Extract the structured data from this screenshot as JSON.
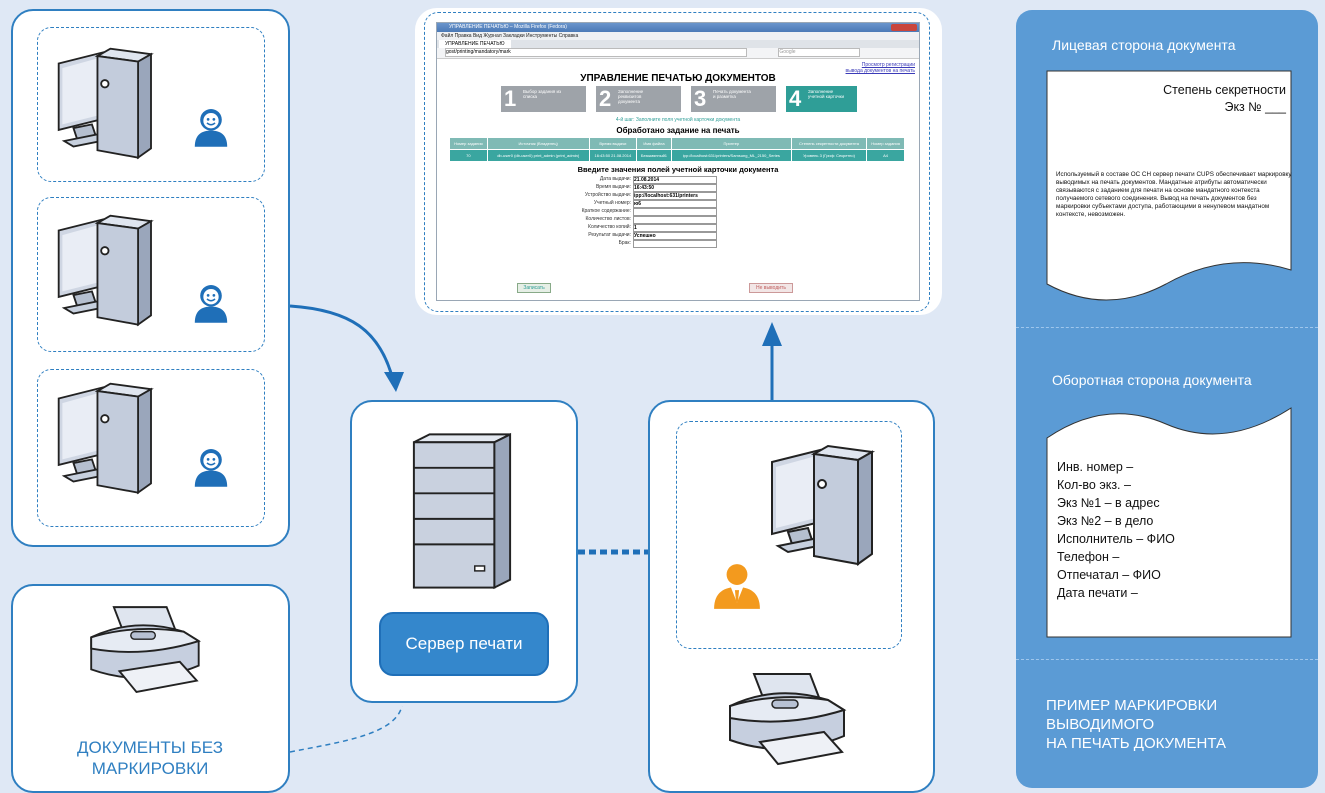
{
  "left_group": {
    "users": [
      "user-icon",
      "user-icon",
      "user-icon"
    ]
  },
  "printer_panel_left": {
    "caption_line1": "ДОКУМЕНТЫ БЕЗ",
    "caption_line2": "МАРКИРОВКИ"
  },
  "server": {
    "label": "Сервер печати"
  },
  "screenshot": {
    "window_title": "УПРАВЛЕНИЕ ПЕЧАТЬЮ – Mozilla Firefox (Fedora)",
    "menu": "Файл  Правка  Вид  Журнал  Закладки  Инструменты  Справка",
    "tab": "УПРАВЛЕНИЕ ПЕЧАТЬЮ",
    "url": "gost/printing/mandatory/mark",
    "search_placeholder": "Google",
    "link_top1": "Просмотр регистрации",
    "link_top2": "вывода документов на печать",
    "heading": "УПРАВЛЕНИЕ ПЕЧАТЬЮ ДОКУМЕНТОВ",
    "steps": [
      {
        "num": "1",
        "text": "Выбор задания из списка"
      },
      {
        "num": "2",
        "text": "Заполнение реквизитов документа"
      },
      {
        "num": "3",
        "text": "Печать документа и разметка"
      },
      {
        "num": "4",
        "text": "Заполнение учетной карточки"
      }
    ],
    "step_hint": "4-й шаг: Заполните поля учетной карточки документа",
    "job_heading": "Обработано задание на печать",
    "job_headers": [
      "Номер задания",
      "Источник (Владелец)",
      "Время выдачи",
      "Имя файла",
      "Принтер",
      "Степень секретности документа",
      "Номер задания"
    ],
    "job_values": [
      "70",
      "db-user0 (db-user0) print_admin (print_admin)",
      "16:43:50 21.08.2014",
      "Безымянный1",
      "ipp://localhost:631/printers/Samsung_ML_2150_Series",
      "Уровень 3 (Гриф: Секретно)",
      "A4"
    ],
    "form_heading": "Введите значения полей учетной карточки документа",
    "form": [
      {
        "label": "Дата выдачи:",
        "value": "21.08.2014"
      },
      {
        "label": "Время выдачи:",
        "value": "16:43:50"
      },
      {
        "label": "Устройство выдачи:",
        "value": "ipp://localhost:631/printers"
      },
      {
        "label": "Учетный номер:",
        "value": "ю6"
      },
      {
        "label": "Краткое содержание:",
        "value": ""
      },
      {
        "label": "Количество листов:",
        "value": ""
      },
      {
        "label": "Количество копий:",
        "value": "1"
      },
      {
        "label": "Результат выдачи:",
        "value": "Успешно"
      },
      {
        "label": "Брак:",
        "value": ""
      }
    ],
    "btn_left": "Записать",
    "btn_right": "Не выводить"
  },
  "workstation": {
    "user": "admin-user-icon"
  },
  "right_panel": {
    "front_title": "Лицевая сторона документа",
    "front_doc": {
      "line1": "Степень секретности",
      "line2": "Экз № ___",
      "body": "Используемый в составе ОС СН сервер печати CUPS обеспечивает маркировку выводимых на печать документов. Мандатные атрибуты автоматически связываются с заданием для печати на основе мандатного контекста получаемого сетевого соединения. Вывод на печать документов без маркировки субъектами доступа, работающими в ненулевом мандатном контексте, невозможен."
    },
    "back_title": "Оборотная сторона документа",
    "back_doc": [
      "Инв. номер –",
      "Кол-во экз. –",
      "Экз №1 – в адрес",
      "Экз №2 – в дело",
      "Исполнитель – ФИО",
      "Телефон –",
      "Отпечатал – ФИО",
      "Дата печати –"
    ],
    "footer_line1": "ПРИМЕР МАРКИРОВКИ",
    "footer_line2": "ВЫВОДИМОГО",
    "footer_line3": "НА ПЕЧАТЬ ДОКУМЕНТА"
  },
  "colors": {
    "accent": "#2f7fc1",
    "panel_blue": "#5b9bd5",
    "user_blue": "#1f6fb8",
    "admin_orange": "#f39a1e",
    "teal": "#3aa6a0"
  }
}
